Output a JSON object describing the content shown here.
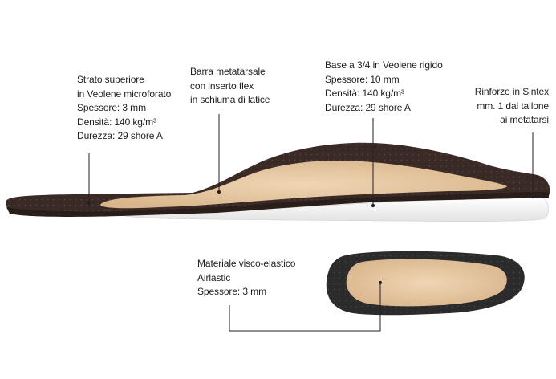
{
  "callouts": {
    "top_layer": {
      "lines": [
        "Strato superiore",
        "in Veolene microforato",
        "Spessore: 3 mm",
        "Densità: 140 kg/m³",
        "Durezza: 29 shore A"
      ]
    },
    "metatarsal_bar": {
      "lines": [
        "Barra metatarsale",
        "con inserto flex",
        "in schiuma di latice"
      ]
    },
    "base": {
      "lines": [
        "Base a 3/4 in Veolene rigido",
        "Spessore: 10 mm",
        "Densità: 140 kg/m³",
        "Durezza: 29 shore A"
      ]
    },
    "reinforcement": {
      "lines": [
        "Rinforzo in Sintex",
        "mm. 1 dal tallone",
        "ai metatarsi"
      ]
    },
    "viscoelastic": {
      "lines": [
        "Materiale visco-elastico",
        "Airlastic",
        "Spessore: 3 mm"
      ]
    }
  },
  "colors": {
    "dark_layer": "#3a2a26",
    "beige_insert": "#e6c9a4",
    "white_base": "#f3f3f3",
    "leader_line": "#222222"
  }
}
